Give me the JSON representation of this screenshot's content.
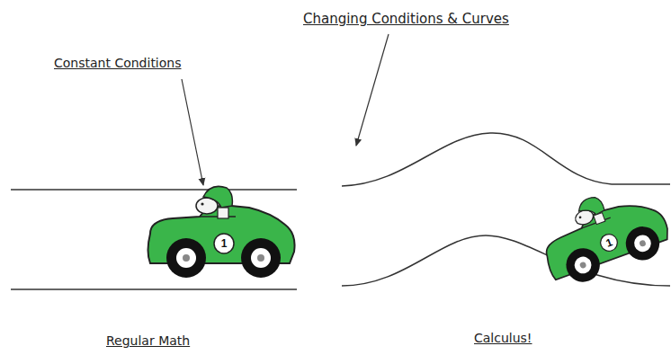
{
  "diagram": {
    "labels": [
      "Changing Conditions & Curves",
      "Constant Conditions",
      "1",
      "1",
      "Regular Math",
      "Calculus!"
    ]
  }
}
